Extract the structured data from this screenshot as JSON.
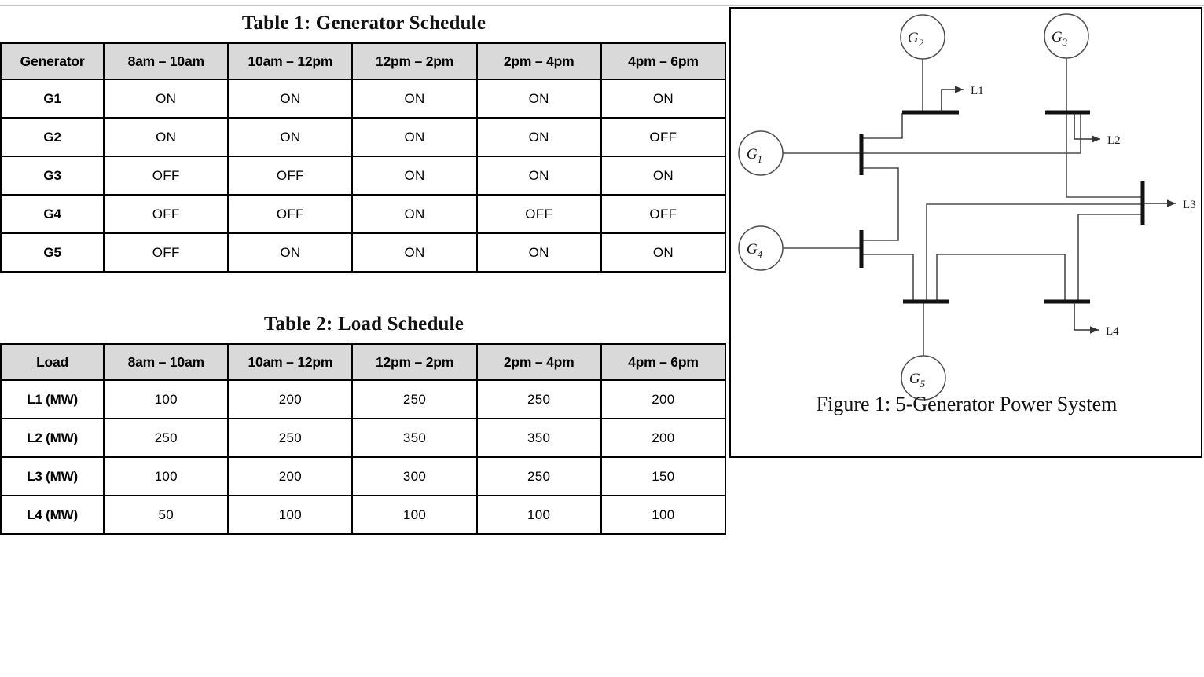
{
  "page": {
    "top_rule": true
  },
  "table1": {
    "title": "Table 1: Generator Schedule",
    "columns": [
      "Generator",
      "8am – 10am",
      "10am – 12pm",
      "12pm – 2pm",
      "2pm – 4pm",
      "4pm – 6pm"
    ],
    "rows": [
      {
        "label": "G1",
        "values": [
          "ON",
          "ON",
          "ON",
          "ON",
          "ON"
        ]
      },
      {
        "label": "G2",
        "values": [
          "ON",
          "ON",
          "ON",
          "ON",
          "OFF"
        ]
      },
      {
        "label": "G3",
        "values": [
          "OFF",
          "OFF",
          "ON",
          "ON",
          "ON"
        ]
      },
      {
        "label": "G4",
        "values": [
          "OFF",
          "OFF",
          "ON",
          "OFF",
          "OFF"
        ]
      },
      {
        "label": "G5",
        "values": [
          "OFF",
          "ON",
          "ON",
          "ON",
          "ON"
        ]
      }
    ]
  },
  "table2": {
    "title": "Table 2: Load Schedule",
    "columns": [
      "Load",
      "8am – 10am",
      "10am – 12pm",
      "12pm – 2pm",
      "2pm – 4pm",
      "4pm – 6pm"
    ],
    "rows": [
      {
        "label": "L1 (MW)",
        "values": [
          "100",
          "200",
          "250",
          "250",
          "200"
        ]
      },
      {
        "label": "L2 (MW)",
        "values": [
          "250",
          "250",
          "350",
          "350",
          "200"
        ]
      },
      {
        "label": "L3 (MW)",
        "values": [
          "100",
          "200",
          "300",
          "250",
          "150"
        ]
      },
      {
        "label": "L4 (MW)",
        "values": [
          "50",
          "100",
          "100",
          "100",
          "100"
        ]
      }
    ]
  },
  "figure": {
    "caption": "Figure 1: 5-Generator Power System",
    "generators": [
      {
        "id": "G1",
        "base": "G",
        "sub": "1"
      },
      {
        "id": "G2",
        "base": "G",
        "sub": "2"
      },
      {
        "id": "G3",
        "base": "G",
        "sub": "3"
      },
      {
        "id": "G4",
        "base": "G",
        "sub": "4"
      },
      {
        "id": "G5",
        "base": "G",
        "sub": "5"
      }
    ],
    "loads": [
      {
        "id": "L1",
        "label": "L1"
      },
      {
        "id": "L2",
        "label": "L2"
      },
      {
        "id": "L3",
        "label": "L3"
      },
      {
        "id": "L4",
        "label": "L4"
      }
    ],
    "colors": {
      "line": "#4d4d4d",
      "bus": "#111111",
      "border": "#000000"
    }
  }
}
